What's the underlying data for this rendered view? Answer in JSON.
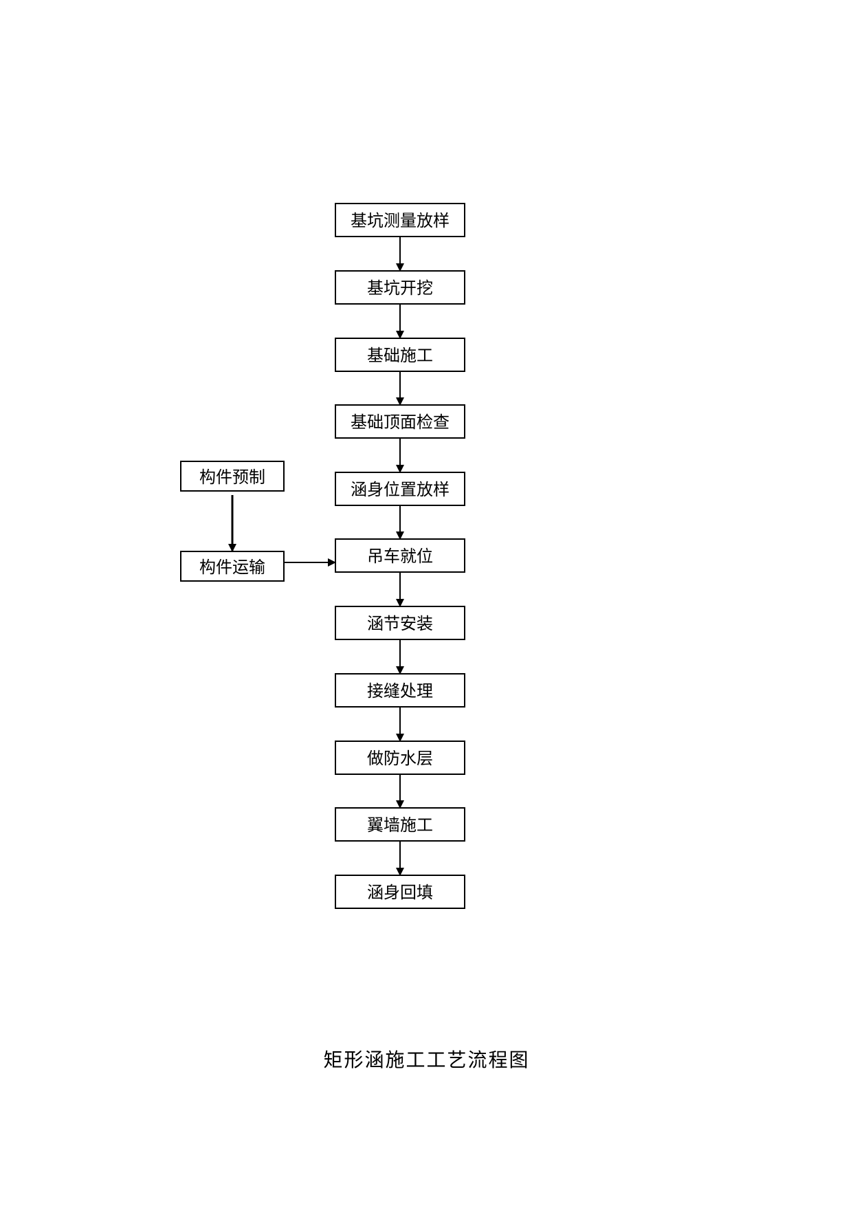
{
  "diagram": {
    "main_steps": [
      {
        "label": "基坑测量放样"
      },
      {
        "label": "基坑开挖"
      },
      {
        "label": "基础施工"
      },
      {
        "label": "基础顶面检查"
      },
      {
        "label": "涵身位置放样"
      },
      {
        "label": "吊车就位"
      },
      {
        "label": "涵节安装"
      },
      {
        "label": "接缝处理"
      },
      {
        "label": "做防水层"
      },
      {
        "label": "翼墙施工"
      },
      {
        "label": "涵身回填"
      }
    ],
    "side_steps": [
      {
        "label": "构件预制"
      },
      {
        "label": "构件运输"
      }
    ],
    "caption": "矩形涵施工工艺流程图"
  }
}
